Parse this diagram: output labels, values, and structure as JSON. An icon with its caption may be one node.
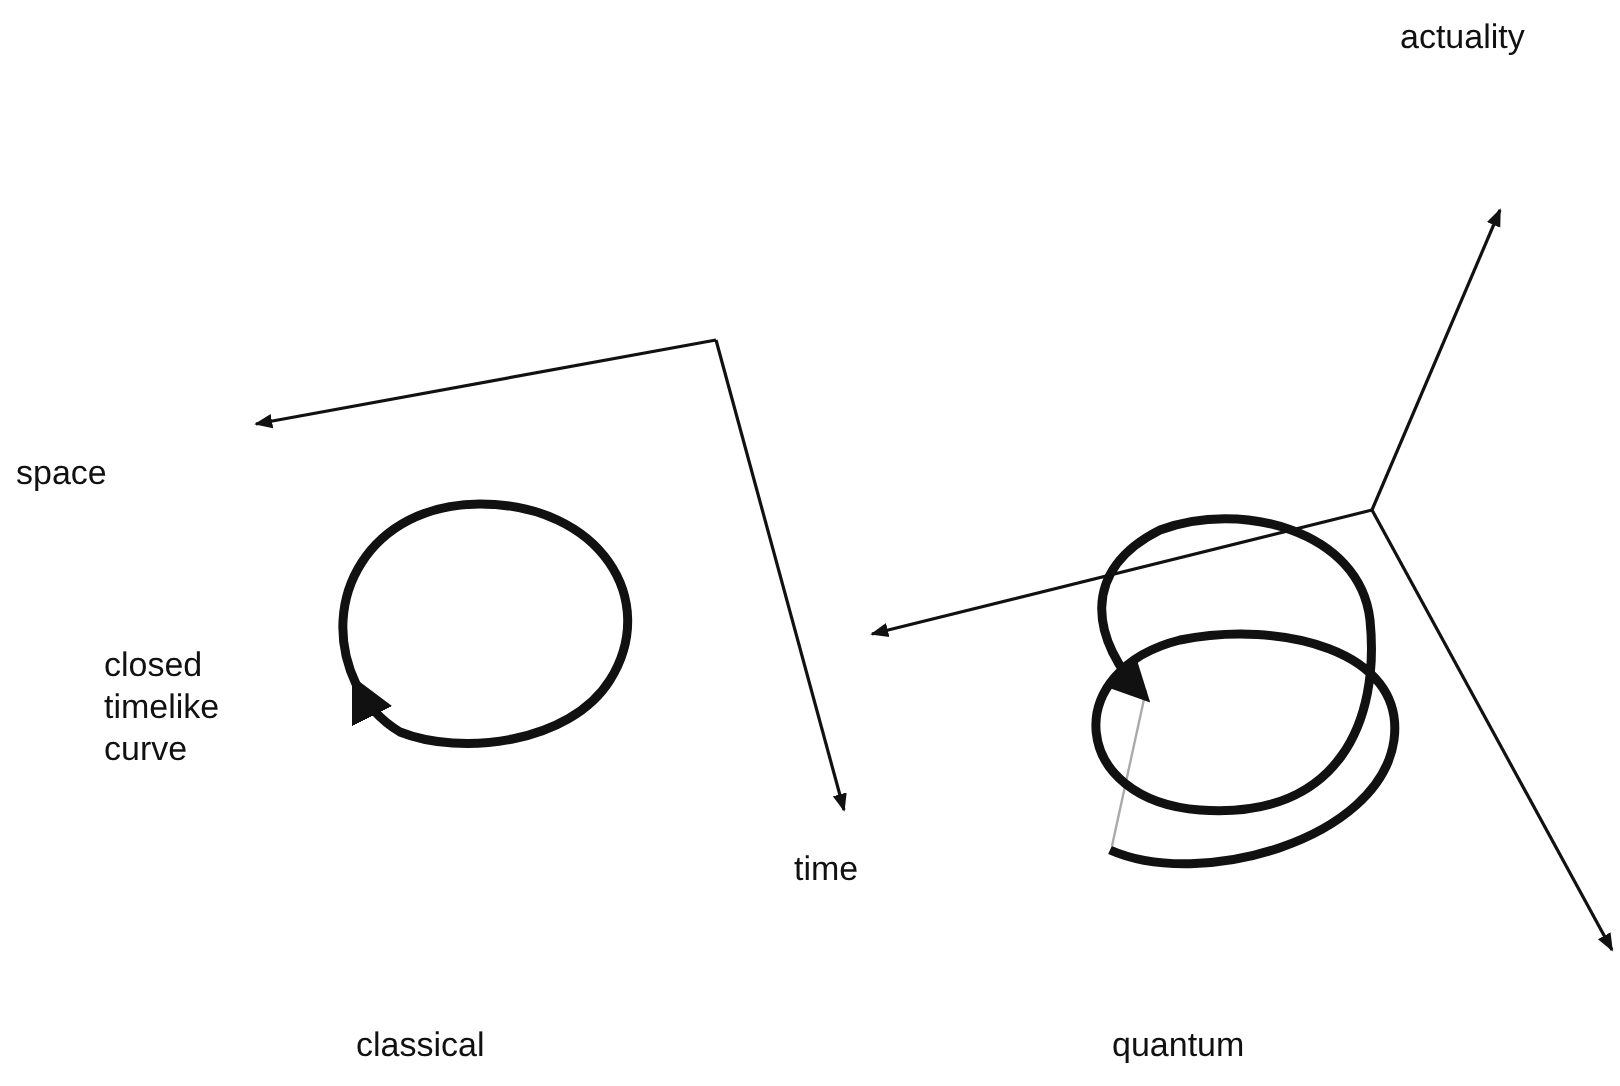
{
  "diagram": {
    "labels": [
      "actuality",
      "space",
      "closed timelike curve",
      "time",
      "classical",
      "quantum"
    ]
  }
}
